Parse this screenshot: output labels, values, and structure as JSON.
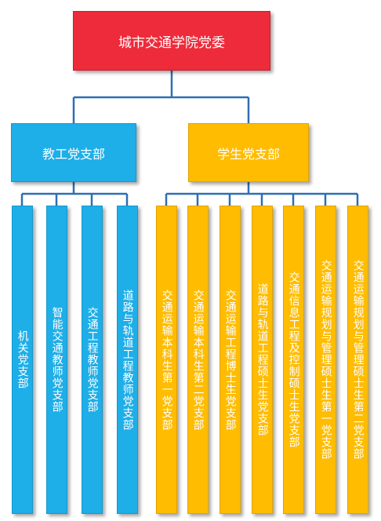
{
  "root": {
    "label": "城市交通学院党委"
  },
  "branches": [
    {
      "label": "教工党支部",
      "children": [
        "机关党支部",
        "智能交通教师党支部",
        "交通工程教师党支部",
        "道路与轨道工程教师党支部"
      ]
    },
    {
      "label": "学生党支部",
      "children": [
        "交通运输本科生第一党支部",
        "交通运输本科生第二党支部",
        "交通运输工程博士生党支部",
        "道路与轨道工程硕士生党支部",
        "交通信息工程及控制硕士生党支部",
        "交通运输规划与管理硕士生第一党支部",
        "交通运输规划与管理硕士生第二党支部"
      ]
    }
  ],
  "colors": {
    "root": "#ee2b3a",
    "teacher": "#1eaee8",
    "student": "#ffbc00",
    "connector": "#2e6fb2"
  }
}
